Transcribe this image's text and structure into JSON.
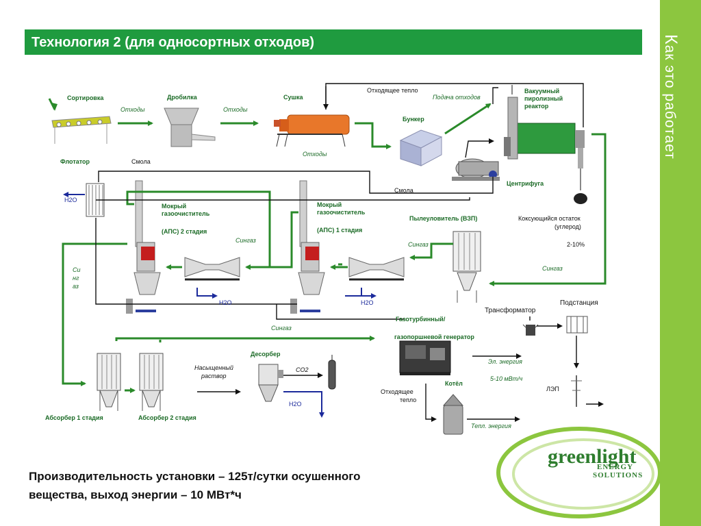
{
  "slide": {
    "side_label": "Как это работает",
    "side_label_first": "К",
    "side_label_rest": "ак это работает",
    "title": "Технология 2 (для односортных отходов)",
    "bottom_line1": "Производительность установки – 125т/сутки осушенного",
    "bottom_line2": "вещества,  выход энергии – 10 МВт*ч",
    "colors": {
      "green_bar": "#1f9b3f",
      "side_green": "#8cc63f",
      "arrow_green": "#2a8a2a",
      "blue": "#1b2a9b"
    }
  },
  "diagram": {
    "sorting": "Сортировка",
    "crusher": "Дробилка",
    "dryer": "Сушка",
    "waste1": "Отходы",
    "waste2": "Отходы",
    "waste3": "Отходы",
    "exhaust_heat_top": "Отходящее тепло",
    "waste_feed": "Подача отходов",
    "reactor": "Вакуумный пиролизный реактор",
    "reactor_l1": "Вакуумный",
    "reactor_l2": "пиролизный",
    "reactor_l3": "реактор",
    "bunker": "Бункер",
    "flotator": "Флотатор",
    "resin1": "Смола",
    "resin2": "Смола",
    "centrifuge": "Центрифуга",
    "h2o_flot": "H2O",
    "wet_gas2_l1": "Мокрый",
    "wet_gas2_l2": "газоочиститель",
    "wet_gas2_l3": "(АПС) 2 стадия",
    "wet_gas1_l1": "Мокрый",
    "wet_gas1_l2": "газоочиститель",
    "wet_gas1_l3": "(АПС) 1 стадия",
    "dust_catcher": "Пылеуловитель (ВЗП)",
    "coke_l1": "Коксующийся остаток",
    "coke_l2": "(углерод)",
    "coke_pct": "2-10%",
    "syngas_vert_1": "Си",
    "syngas_vert_2": "нг",
    "syngas_vert_3": "аз",
    "syngas_a": "Сингаз",
    "syngas_b": "Сингаз",
    "syngas_c": "Сингаз",
    "syngas_d": "Сингаз",
    "h2o_a": "H2O",
    "h2o_b": "H2O",
    "gas_turbine_l1": "Газотурбинный/",
    "gas_turbine_l2": "газопоршневой генератор",
    "transformer": "Трансформатор",
    "substation": "Подстанция",
    "el_energy": "Эл. энергия",
    "mw": "5-10 мВт/ч",
    "power_line": "ЛЭП",
    "boiler": "Котёл",
    "exhaust_heat_l1": "Отходящее",
    "exhaust_heat_l2": "тепло",
    "heat_energy": "Тепл. энергия",
    "desorber": "Десорбер",
    "saturated_l1": "Насыщенный",
    "saturated_l2": "раствор",
    "co2": "CO2",
    "h2o_des": "H2O",
    "absorber1": "Абсорбер 1 стадия",
    "absorber2": "Абсорбер 2 стадия"
  },
  "logo": {
    "big": "greenlight",
    "line1": "ENERGY",
    "line2": "SOLUTIONS"
  }
}
